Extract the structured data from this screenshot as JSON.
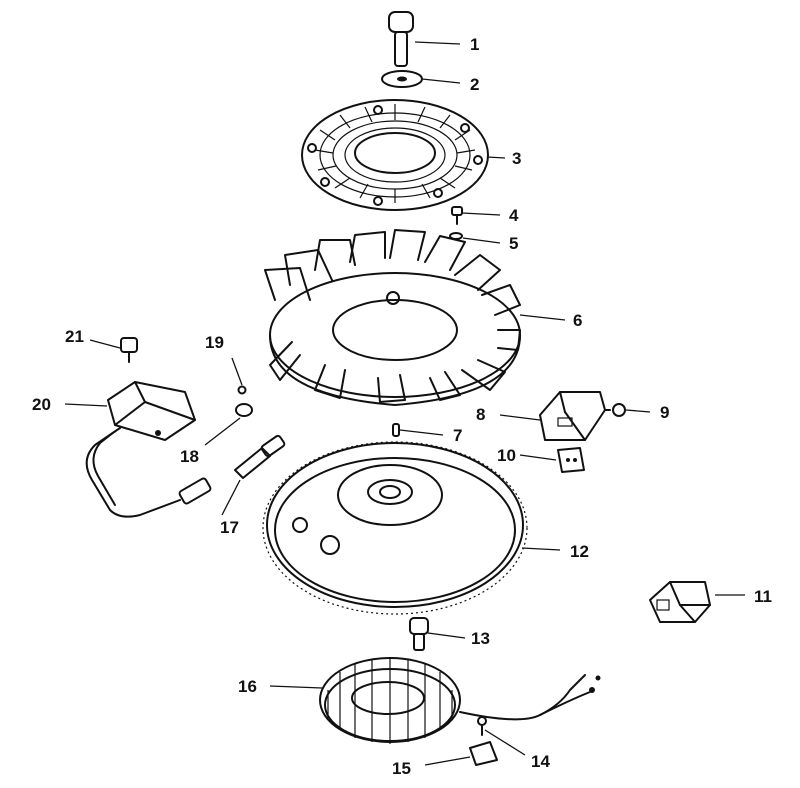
{
  "callouts": [
    {
      "id": "1",
      "text": "1"
    },
    {
      "id": "2",
      "text": "2"
    },
    {
      "id": "3",
      "text": "3"
    },
    {
      "id": "4",
      "text": "4"
    },
    {
      "id": "5",
      "text": "5"
    },
    {
      "id": "6",
      "text": "6"
    },
    {
      "id": "7",
      "text": "7"
    },
    {
      "id": "8",
      "text": "8"
    },
    {
      "id": "9",
      "text": "9"
    },
    {
      "id": "10",
      "text": "10"
    },
    {
      "id": "11",
      "text": "11"
    },
    {
      "id": "12",
      "text": "12"
    },
    {
      "id": "13",
      "text": "13"
    },
    {
      "id": "14",
      "text": "14"
    },
    {
      "id": "15",
      "text": "15"
    },
    {
      "id": "16",
      "text": "16"
    },
    {
      "id": "17",
      "text": "17"
    },
    {
      "id": "18",
      "text": "18"
    },
    {
      "id": "19",
      "text": "19"
    },
    {
      "id": "20",
      "text": "20"
    },
    {
      "id": "21",
      "text": "21"
    }
  ],
  "colors": {
    "ink": "#111111",
    "paper": "#ffffff"
  }
}
